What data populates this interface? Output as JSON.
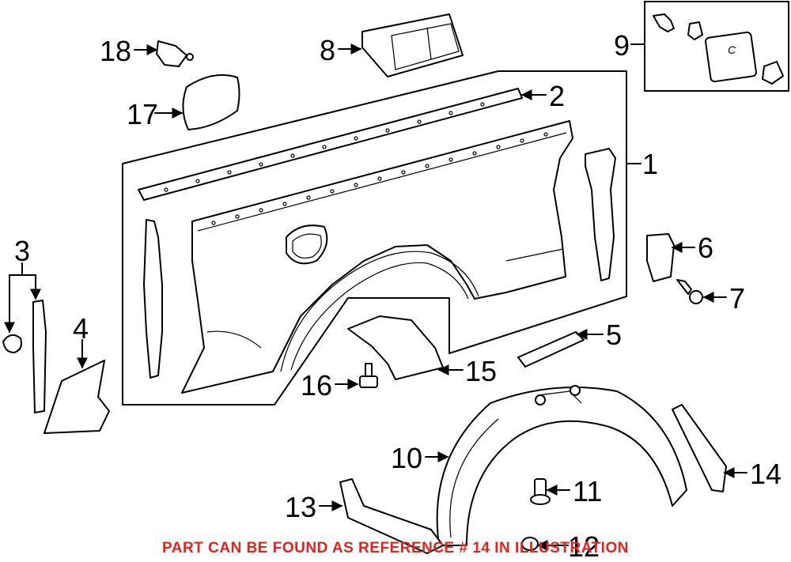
{
  "callouts": {
    "c1": "1",
    "c2": "2",
    "c3": "3",
    "c4": "4",
    "c5": "5",
    "c6": "6",
    "c7": "7",
    "c8": "8",
    "c9": "9",
    "c10": "10",
    "c11": "11",
    "c12": "12",
    "c13": "13",
    "c14": "14",
    "c15": "15",
    "c16": "16",
    "c17": "17",
    "c18": "18"
  },
  "notice": "PART CAN BE FOUND AS REFERENCE # 14 IN ILLUSTRATION",
  "kit_cap_letter": "C",
  "colors": {
    "line": "#000000",
    "notice": "#e8211b",
    "background": "#ffffff"
  }
}
